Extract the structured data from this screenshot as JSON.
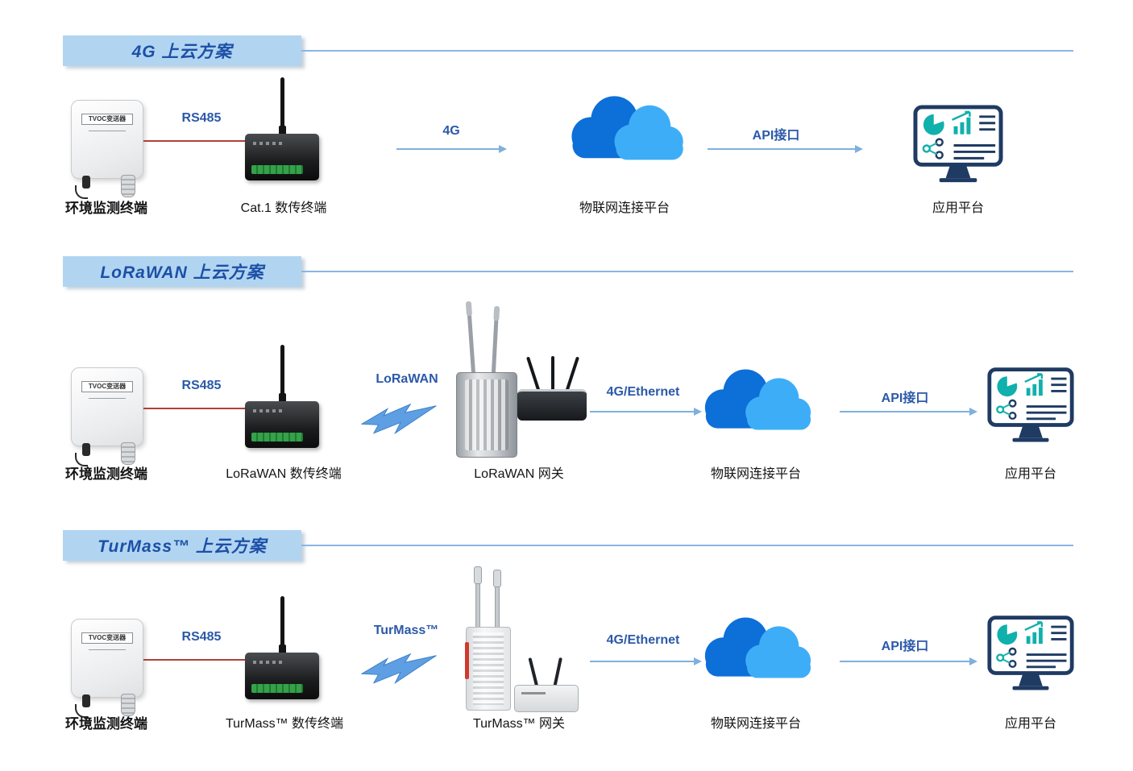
{
  "colors": {
    "banner_bg": "#b1d5f1",
    "banner_text": "#1d4fa6",
    "link_text": "#2b59a8",
    "arrow": "#7fb0de",
    "rs485_line": "#b04038",
    "cloud_dark": "#0d6fd8",
    "cloud_light": "#3eadf7",
    "monitor_outline": "#1f3b63",
    "monitor_accent": "#10b0ac"
  },
  "sections": [
    {
      "title": "4G 上云方案",
      "sensor": {
        "label": "环境监测终端",
        "brand": "TVOC变送器"
      },
      "rs485_label": "RS485",
      "terminal_label": "Cat.1 数传终端",
      "wireless_label": "4G",
      "cloud_label": "物联网连接平台",
      "api_label": "API接口",
      "app_label": "应用平台"
    },
    {
      "title": "LoRaWAN 上云方案",
      "sensor": {
        "label": "环境监测终端",
        "brand": "TVOC变送器"
      },
      "rs485_label": "RS485",
      "terminal_label": "LoRaWAN 数传终端",
      "wireless_label": "LoRaWAN",
      "gateway_label": "LoRaWAN 网关",
      "backhaul_label": "4G/Ethernet",
      "cloud_label": "物联网连接平台",
      "api_label": "API接口",
      "app_label": "应用平台"
    },
    {
      "title": "TurMass™ 上云方案",
      "sensor": {
        "label": "环境监测终端",
        "brand": "TVOC变送器"
      },
      "rs485_label": "RS485",
      "terminal_label": "TurMass™ 数传终端",
      "wireless_label": "TurMass™",
      "gateway_label": "TurMass™ 网关",
      "backhaul_label": "4G/Ethernet",
      "cloud_label": "物联网连接平台",
      "api_label": "API接口",
      "app_label": "应用平台"
    }
  ]
}
